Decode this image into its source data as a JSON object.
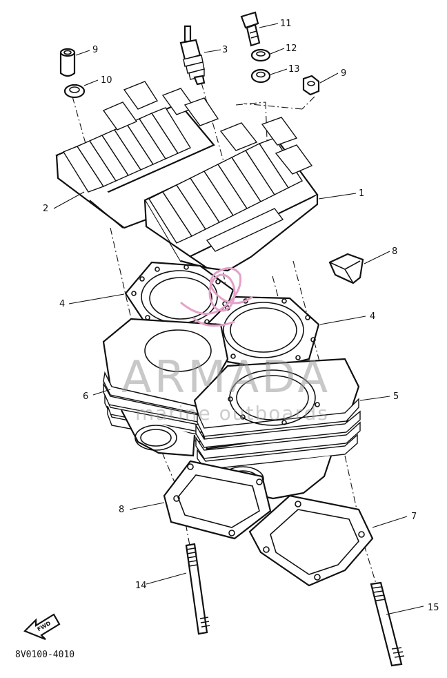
{
  "diagram": {
    "part_labels": [
      {
        "id": "label-1",
        "text": "1"
      },
      {
        "id": "label-2",
        "text": "2"
      },
      {
        "id": "label-3",
        "text": "3"
      },
      {
        "id": "label-4a",
        "text": "4"
      },
      {
        "id": "label-4b",
        "text": "4"
      },
      {
        "id": "label-5",
        "text": "5"
      },
      {
        "id": "label-6",
        "text": "6"
      },
      {
        "id": "label-7",
        "text": "7"
      },
      {
        "id": "label-8a",
        "text": "8"
      },
      {
        "id": "label-8b",
        "text": "8"
      },
      {
        "id": "label-9a",
        "text": "9"
      },
      {
        "id": "label-9b",
        "text": "9"
      },
      {
        "id": "label-10",
        "text": "10"
      },
      {
        "id": "label-11",
        "text": "11"
      },
      {
        "id": "label-12",
        "text": "12"
      },
      {
        "id": "label-13",
        "text": "13"
      },
      {
        "id": "label-14",
        "text": "14"
      },
      {
        "id": "label-15",
        "text": "15"
      }
    ],
    "fwd_badge": "FWD",
    "drawing_code": "8V0100-4010"
  },
  "watermark": {
    "brand": "ARMADA",
    "tagline": "marine outboards",
    "logo_color": "#e4a0c8",
    "text_color": "#9a9a9a"
  }
}
